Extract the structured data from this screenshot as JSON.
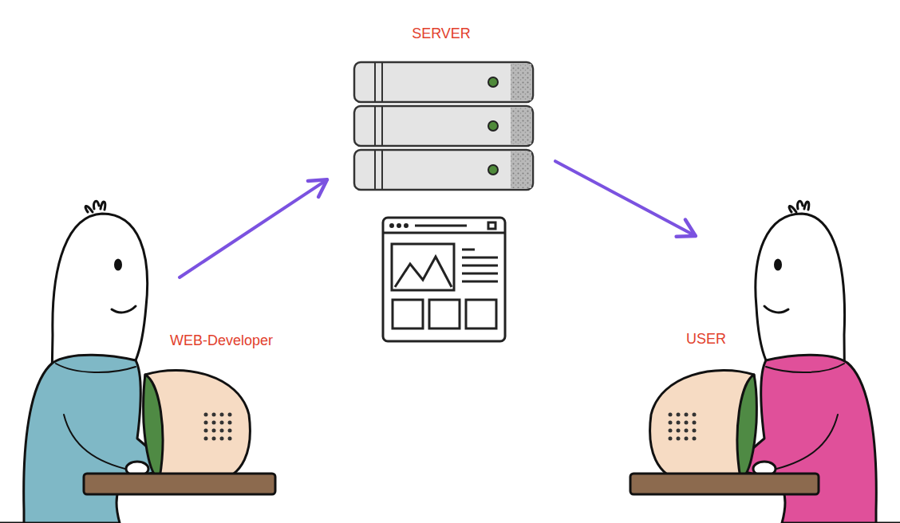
{
  "diagram": {
    "nodes": [
      {
        "text": [
          "SERVER"
        ]
      },
      {
        "text": [
          "WEB-Developer"
        ]
      },
      {
        "text": [
          "USER"
        ]
      }
    ],
    "edges": [
      {
        "from": 1,
        "to": 0,
        "arrow": "to"
      },
      {
        "from": 0,
        "to": 2,
        "arrow": "to"
      }
    ]
  }
}
